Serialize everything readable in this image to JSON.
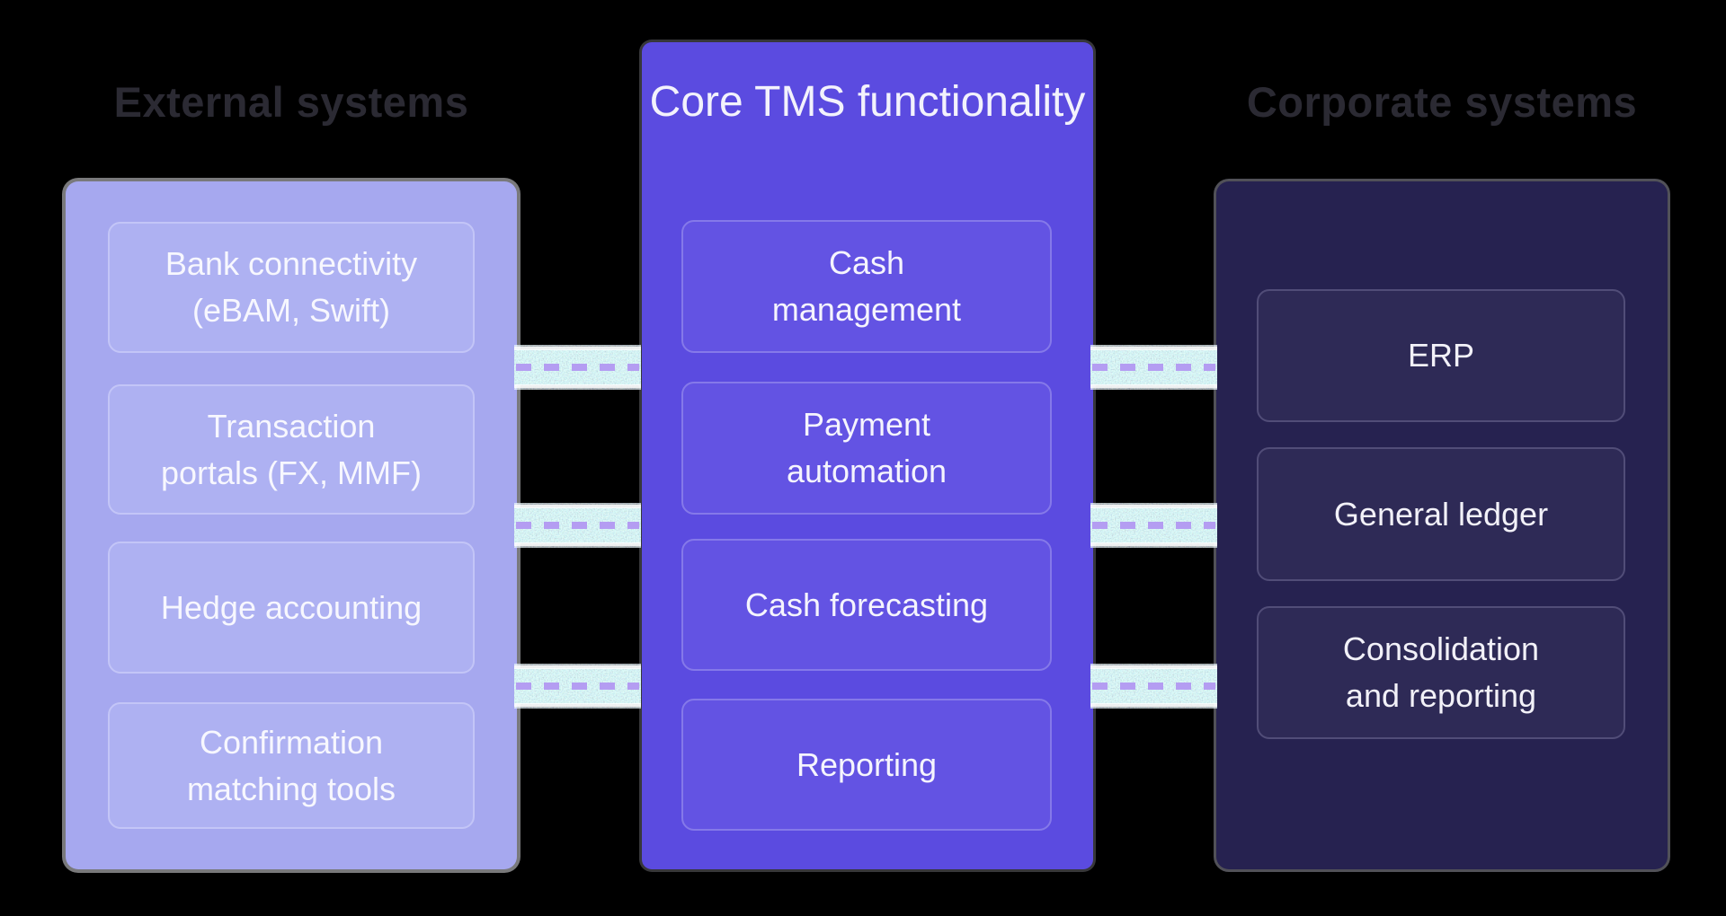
{
  "headings": {
    "external": "External systems",
    "corporate": "Corporate systems"
  },
  "panels": {
    "external": {
      "boxes": [
        {
          "lines": [
            "Bank connectivity",
            "(eBAM, Swift)"
          ]
        },
        {
          "lines": [
            "Transaction",
            "portals (FX, MMF)"
          ]
        },
        {
          "lines": [
            "Hedge accounting"
          ]
        },
        {
          "lines": [
            "Confirmation",
            "matching tools"
          ]
        }
      ]
    },
    "core": {
      "title_lines": [
        "Core TMS",
        "functionality"
      ],
      "boxes": [
        {
          "lines": [
            "Cash",
            "management"
          ]
        },
        {
          "lines": [
            "Payment",
            "automation"
          ]
        },
        {
          "lines": [
            "Cash forecasting"
          ]
        },
        {
          "lines": [
            "Reporting"
          ]
        }
      ]
    },
    "corporate": {
      "boxes": [
        {
          "lines": [
            "ERP"
          ]
        },
        {
          "lines": [
            "General ledger"
          ]
        },
        {
          "lines": [
            "Consolidation",
            "and reporting"
          ]
        }
      ]
    }
  },
  "connectors": {
    "count_left": 3,
    "count_right": 3,
    "style": "noisy mint band with dashed purple line"
  },
  "colors": {
    "background": "#000000",
    "heading_text": "#2b2a33",
    "panel_external": "#a6a8ef",
    "panel_external_box": "#aeb1f2",
    "panel_external_box_border": "#c3c5f7",
    "panel_core": "#5b4be0",
    "panel_core_box": "#6353e3",
    "panel_core_box_border": "#8579e9",
    "panel_corporate": "#262250",
    "panel_corporate_box": "#2e2a56",
    "panel_corporate_box_border": "#514d78",
    "box_text": "#f5f4fd",
    "connector_base": "#9ff0e3",
    "connector_fringe": "#ffffff",
    "connector_dash": "#b49df2"
  }
}
